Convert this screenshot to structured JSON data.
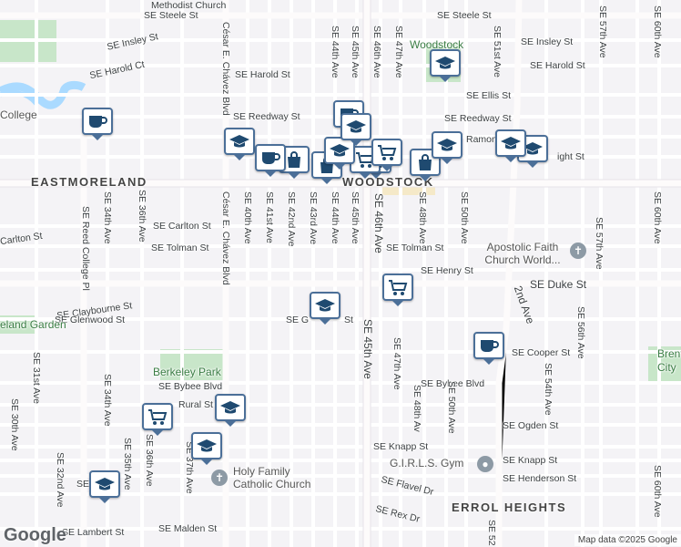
{
  "map": {
    "attribution": "Map data ©2025 Google",
    "logo": "Google",
    "colors": {
      "background": "#f4f3f6",
      "road": "#ffffff",
      "major_road": "#fdfbfb",
      "water": "#aadaff",
      "park": "#c8e6c9",
      "marker_border": "#4b6f98",
      "marker_icon": "#1f4a70"
    }
  },
  "labels": {
    "methodist": "Methodist Church",
    "steele_w": "SE Steele St",
    "steele_e": "SE Steele St",
    "insley_w": "SE Insley St",
    "insley_e": "SE Insley St",
    "harold_ct": "SE Harold Ct",
    "harold_w": "SE Harold St",
    "harold_e": "SE Harold St",
    "woodstock_top": "Woodstock",
    "ellis": "SE Ellis St",
    "college": "College",
    "reedway_w": "SE Reedway St",
    "reedway_e": "SE Reedway St",
    "ramona": "Ramona",
    "knight": "ight St",
    "eastmoreland": "EASTMORELAND",
    "woodstock_dist": "WOODSTOCK",
    "carlton_w": "Carlton St",
    "carlton": "SE Carlton St",
    "tolman_w": "SE Tolman St",
    "tolman_e": "SE Tolman St",
    "apostolic": "Apostolic Faith Church World...",
    "henry": "SE Henry St",
    "duke": "SE Duke St",
    "claybourne": "SE Claybourne St",
    "glenwood": "SE Glenwood St",
    "glenwood_e": "SE G",
    "glenwood_e2": "St",
    "eland": "eland Garden",
    "cooper": "SE Cooper St",
    "brent": "Brent",
    "city": "City",
    "berkeley": "Berkeley Park",
    "bybee_w": "SE Bybee Blvd",
    "bybee_e": "SE Bybee Blvd",
    "rural": "Rural St",
    "ogden": "SE Ogden St",
    "knapp_w": "SE Knapp St",
    "knapp_e": "SE Knapp St",
    "girls_gym": "G.I.R.L.S. Gym",
    "henderson": "SE Henderson St",
    "holy_family_1": "Holy Family",
    "holy_family_2": "Catholic Church",
    "flavel": "SE Flavel Dr",
    "rex": "SE Rex Dr",
    "errol": "ERROL HEIGHTS",
    "se_r": "SE R",
    "lambert": "SE Lambert St",
    "malden": "SE Malden St",
    "reed_college": "SE Reed College Pl",
    "ave_30": "SE 30th Ave",
    "ave_31": "SE 31st Ave",
    "ave_32": "SE 32nd Ave",
    "ave_34_n": "SE 34th Ave",
    "ave_34_s": "SE 34th Ave",
    "ave_35": "SE 35th Ave",
    "ave_36_n": "SE 36th Ave",
    "ave_36_s": "SE 36th Ave",
    "ave_37": "SE 37th Ave",
    "chavez_n": "César E. Chávez Blvd",
    "chavez_s": "César E. Chávez Blvd",
    "ave_40": "SE 40th Ave",
    "ave_41": "SE 41st Ave",
    "ave_42": "SE 42nd Ave",
    "ave_43": "SE 43rd Ave",
    "ave_44_n": "SE 44th Ave",
    "ave_44_s": "SE 44th Ave",
    "ave_45_n": "SE 45th Ave",
    "ave_45_m": "SE 45th Ave",
    "ave_45_s": "SE 45th Ave",
    "ave_46_n": "SE 46th Ave",
    "ave_46_s": "SE 46th Ave",
    "ave_47_n": "SE 47th Ave",
    "ave_47_s": "SE 47th Ave",
    "ave_48_n": "SE 48th Ave",
    "ave_48_s": "SE 48th Av",
    "ave_50_n": "SE 50th Ave",
    "ave_50_s": "SE 50th Ave",
    "ave_51": "SE 51st Ave",
    "ave_52_n": "2nd Ave",
    "ave_52_s": "SE 52",
    "ave_54": "SE 54th Ave",
    "ave_56": "SE 56th Ave",
    "ave_57_n": "SE 57th Ave",
    "ave_57_s": "SE 57th Ave",
    "ave_60_n": "SE 60th Ave",
    "ave_60_m": "SE 60th Ave",
    "ave_60_s": "SE 60th Ave"
  },
  "markers": [
    {
      "icon": "coffee-icon"
    },
    {
      "icon": "school-icon"
    },
    {
      "icon": "school-icon"
    },
    {
      "icon": "school-icon"
    },
    {
      "icon": "shopping-bag-icon"
    },
    {
      "icon": "shopping-bag-icon"
    },
    {
      "icon": "shopping-bag-icon"
    },
    {
      "icon": "shopping-bag-icon"
    },
    {
      "icon": "coffee-icon"
    },
    {
      "icon": "shopping-cart-icon"
    },
    {
      "icon": "shopping-cart-icon"
    },
    {
      "icon": "school-icon"
    },
    {
      "icon": "coffee-icon"
    },
    {
      "icon": "school-icon"
    },
    {
      "icon": "shopping-cart-icon"
    },
    {
      "icon": "school-icon"
    },
    {
      "icon": "coffee-icon"
    },
    {
      "icon": "school-icon"
    },
    {
      "icon": "school-icon"
    },
    {
      "icon": "shopping-cart-icon"
    },
    {
      "icon": "school-icon"
    },
    {
      "icon": "school-icon"
    },
    {
      "icon": "school-icon"
    }
  ]
}
